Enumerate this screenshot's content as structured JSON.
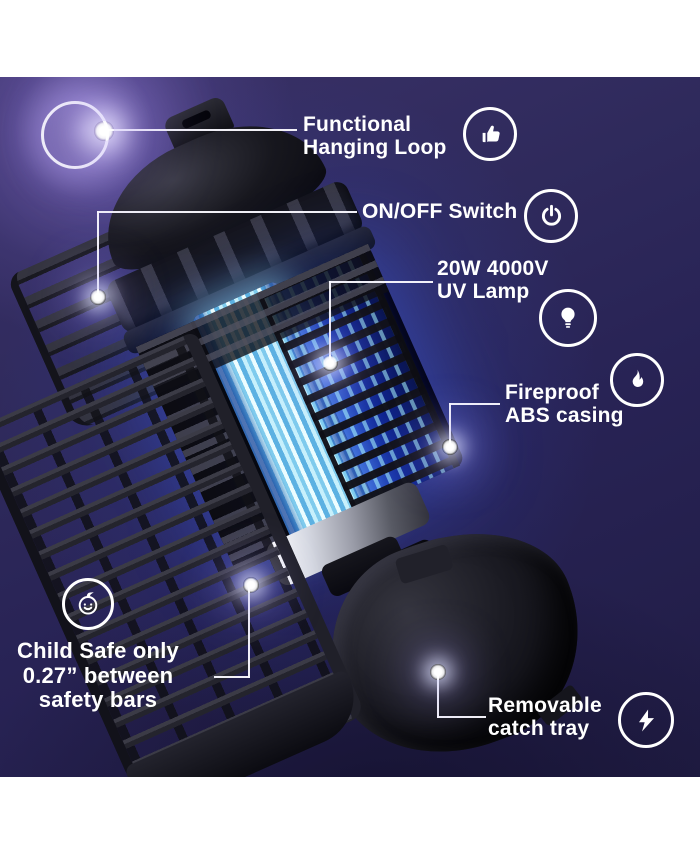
{
  "image": {
    "type": "product-infographic",
    "subject": "electric bug zapper cutaway view",
    "background_color": "#2d2859",
    "frame_color": "#ffffff",
    "text_color": "#ffffff",
    "uv_lamp_glow_color": "#9be9ff",
    "uv_ambient_blue_color": "#1c38cf"
  },
  "callouts": {
    "hanging_loop": {
      "lines": [
        "Functional",
        "Hanging Loop"
      ],
      "icon": "thumbs-up"
    },
    "on_off_switch": {
      "lines": [
        "ON/OFF Switch"
      ],
      "icon": "power"
    },
    "uv_lamp": {
      "lines": [
        "20W 4000V",
        "UV Lamp"
      ],
      "icon": "light-bulb"
    },
    "abs_casing": {
      "lines": [
        "Fireproof",
        "ABS casing"
      ],
      "icon": "flame"
    },
    "child_safe": {
      "lines": [
        "Child Safe only",
        "0.27” between",
        "safety bars"
      ],
      "icon": "baby-face"
    },
    "catch_tray": {
      "lines": [
        "Removable",
        "catch tray"
      ],
      "icon": "lightning-bolt"
    }
  }
}
